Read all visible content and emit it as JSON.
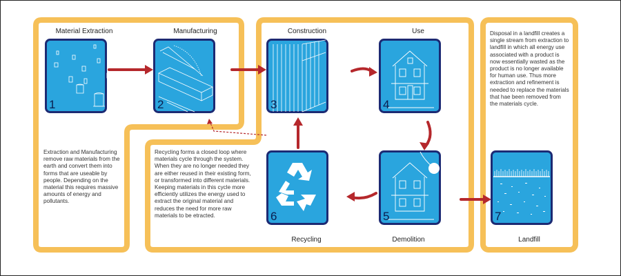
{
  "colors": {
    "orange": "#f6c058",
    "navy": "#1c2a73",
    "sky": "#2aa5de",
    "arrow": "#b5282c"
  },
  "steps": [
    {
      "number": "1",
      "title": "Material Extraction"
    },
    {
      "number": "2",
      "title": "Manufacturing"
    },
    {
      "number": "3",
      "title": "Construction"
    },
    {
      "number": "4",
      "title": "Use"
    },
    {
      "number": "5",
      "title": "Demolition"
    },
    {
      "number": "6",
      "title": "Recycling"
    },
    {
      "number": "7",
      "title": "Landfill"
    }
  ],
  "descriptions": {
    "extraction": "Extraction and Manufacturing remove raw materials from the earth and convert them into forms that are useable by people. Depending on the material this requires massive amounts of energy and pollutants.",
    "recycling": "Recycling forms a closed loop where materials cycle through the system.  When they are no longer needed they are either reused in their existing form, or transformed into different materials.  Keeping materials in this cycle more efficiently utilizes the energy used to extract the original material and reduces the need for more raw materials to be etracted.",
    "landfill": "Disposal in a landfill creates a single stream from extraction to landfill in which all energy use associated with a product is now essentially wasted as the product is no longer available for human use. Thus more extraction and refinement is needed to replace the materials that hae been removed from the materials cycle."
  },
  "icons": [
    "tree-stumps-icon",
    "saw-lumber-icon",
    "wall-framing-icon",
    "house-icon",
    "demolition-house-icon",
    "recycle-icon",
    "landfill-icon"
  ]
}
